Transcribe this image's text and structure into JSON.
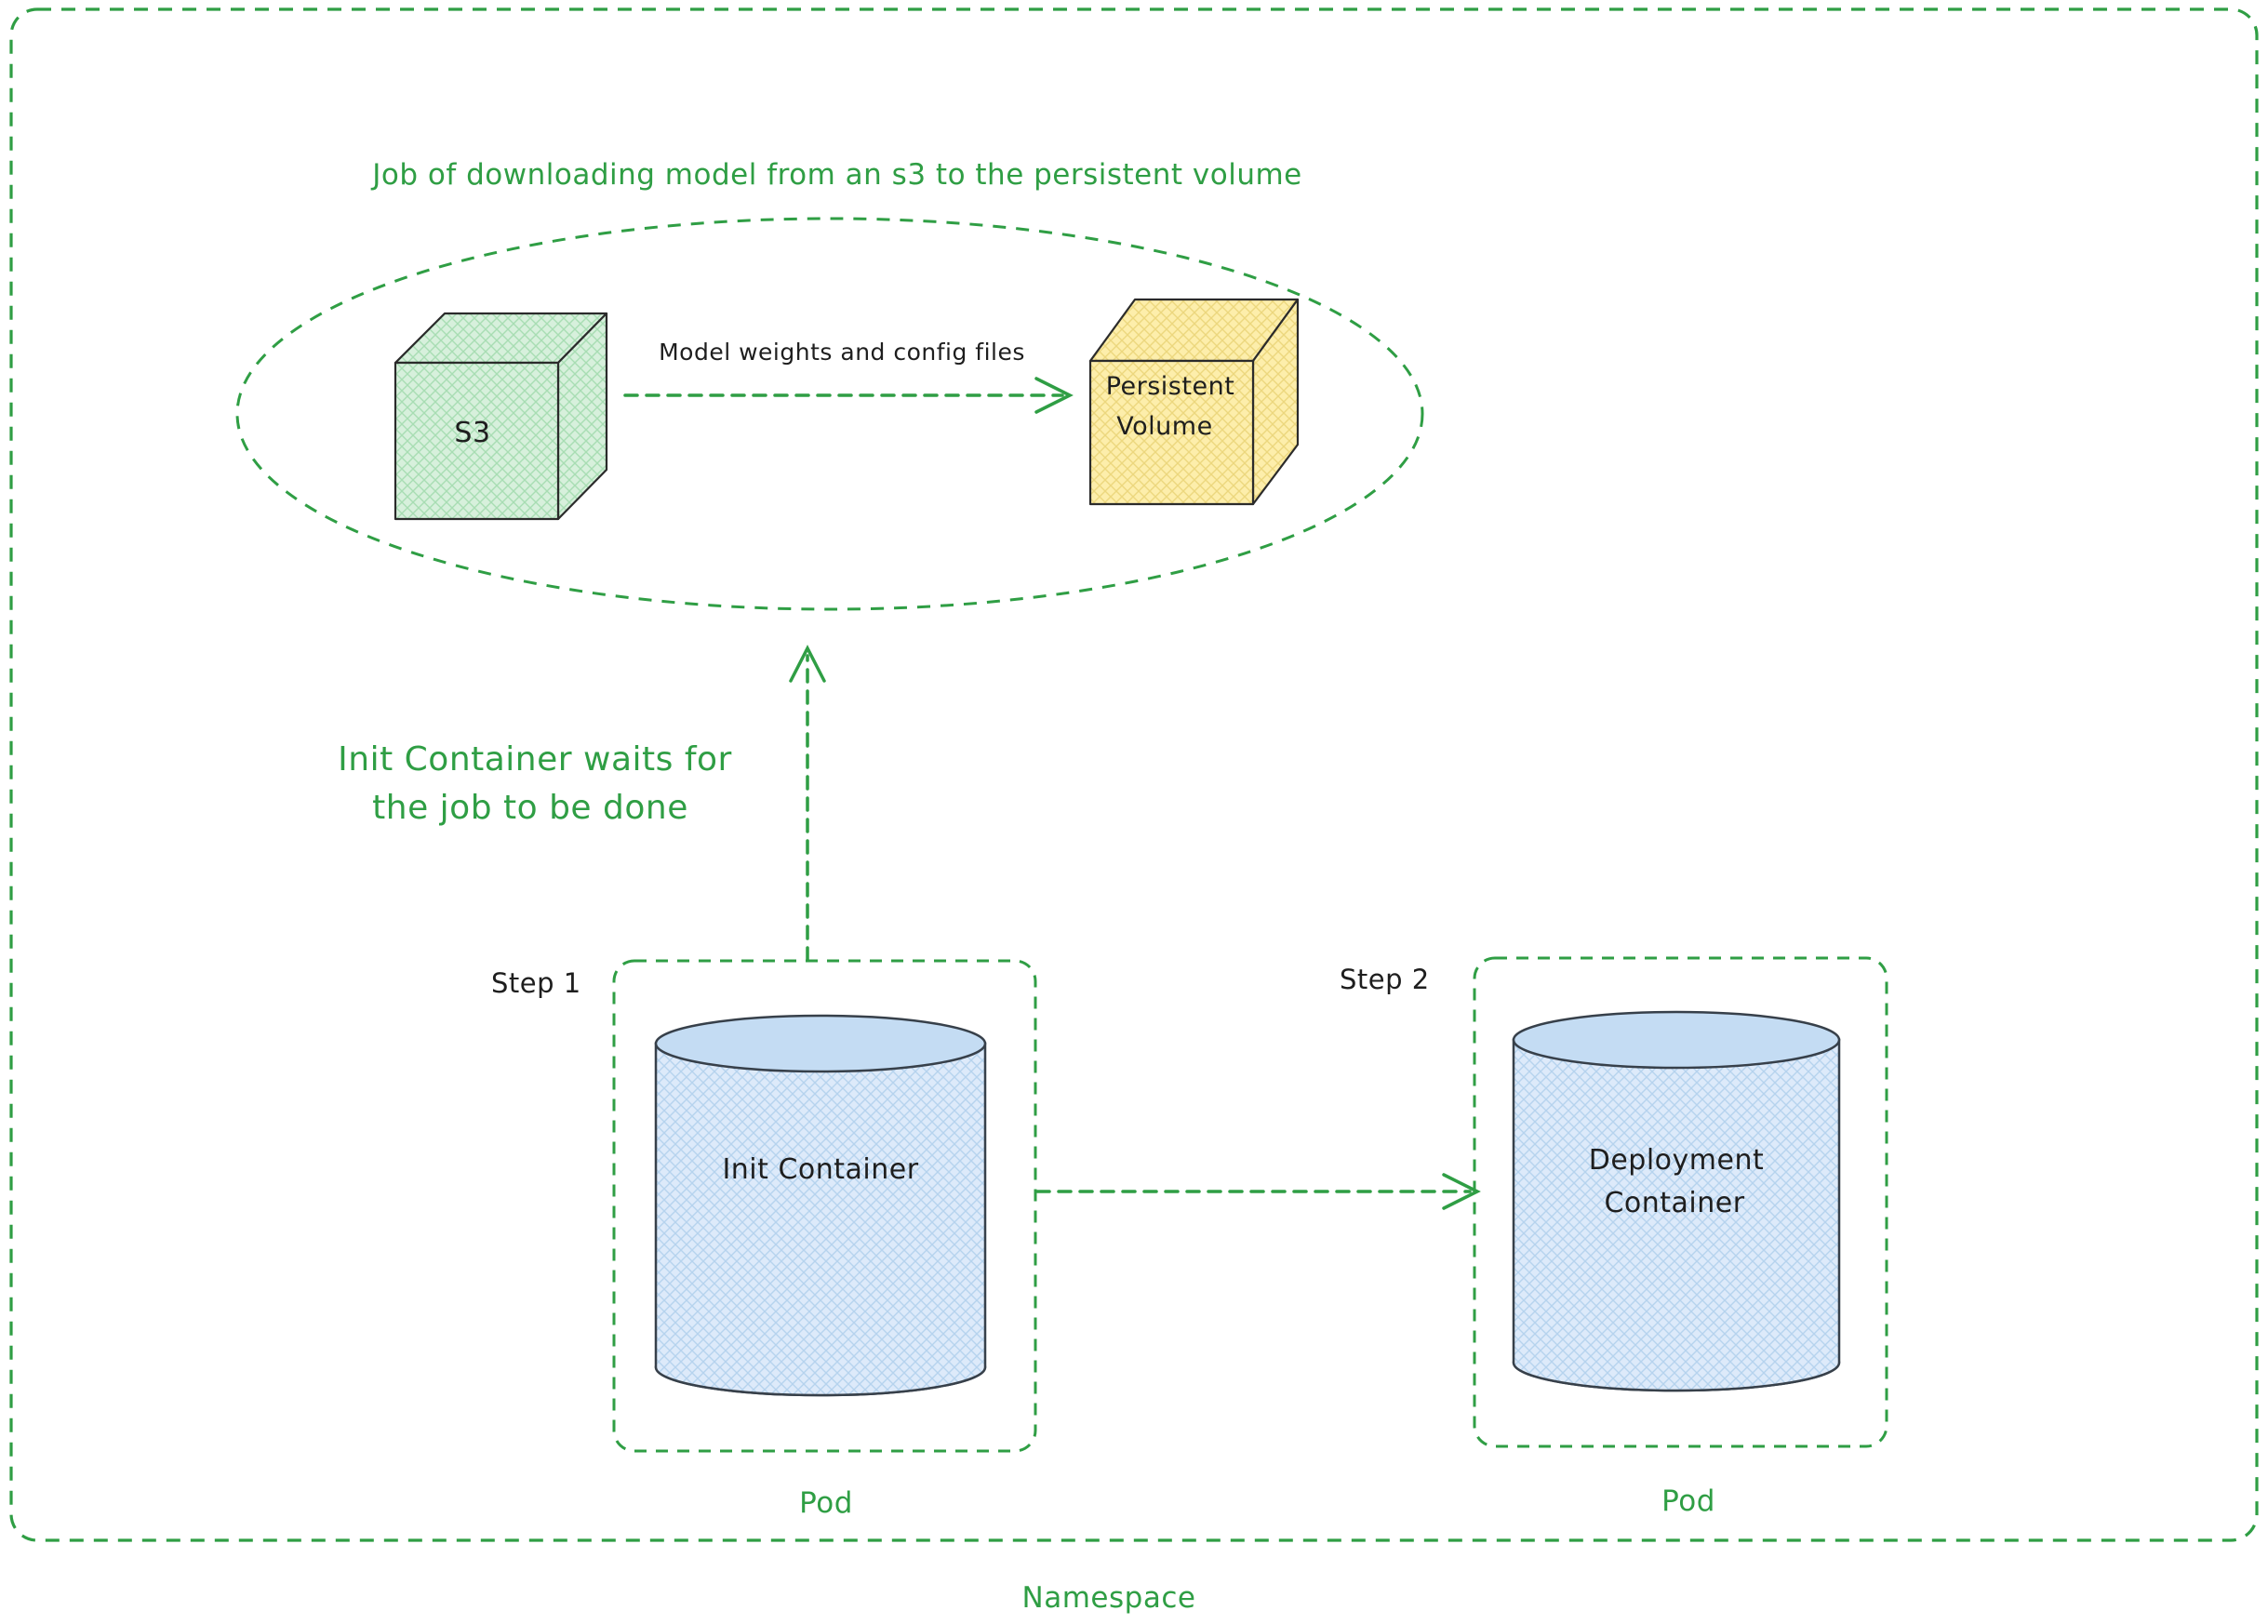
{
  "colors": {
    "green_accent": "#2f9e44",
    "dark_text": "#1e1e1e",
    "s3_cube_fill": "#d7f0dc",
    "persistent_volume_fill": "#fdeeab",
    "cylinder_fill": "#ddeafa"
  },
  "namespace": {
    "label": "Namespace"
  },
  "job": {
    "title": "Job of downloading model from an s3 to the persistent volume",
    "arrow_label": "Model weights and config files",
    "s3_label": "S3",
    "pv_label_line1": "Persistent",
    "pv_label_line2": "Volume"
  },
  "wait_note": {
    "line1": "Init Container waits for",
    "line2": "the job to be done"
  },
  "step1": {
    "label": "Step 1",
    "container_label": "Init Container",
    "pod_label": "Pod"
  },
  "step2": {
    "label": "Step 2",
    "container_line1": "Deployment",
    "container_line2": "Container",
    "pod_label": "Pod"
  }
}
